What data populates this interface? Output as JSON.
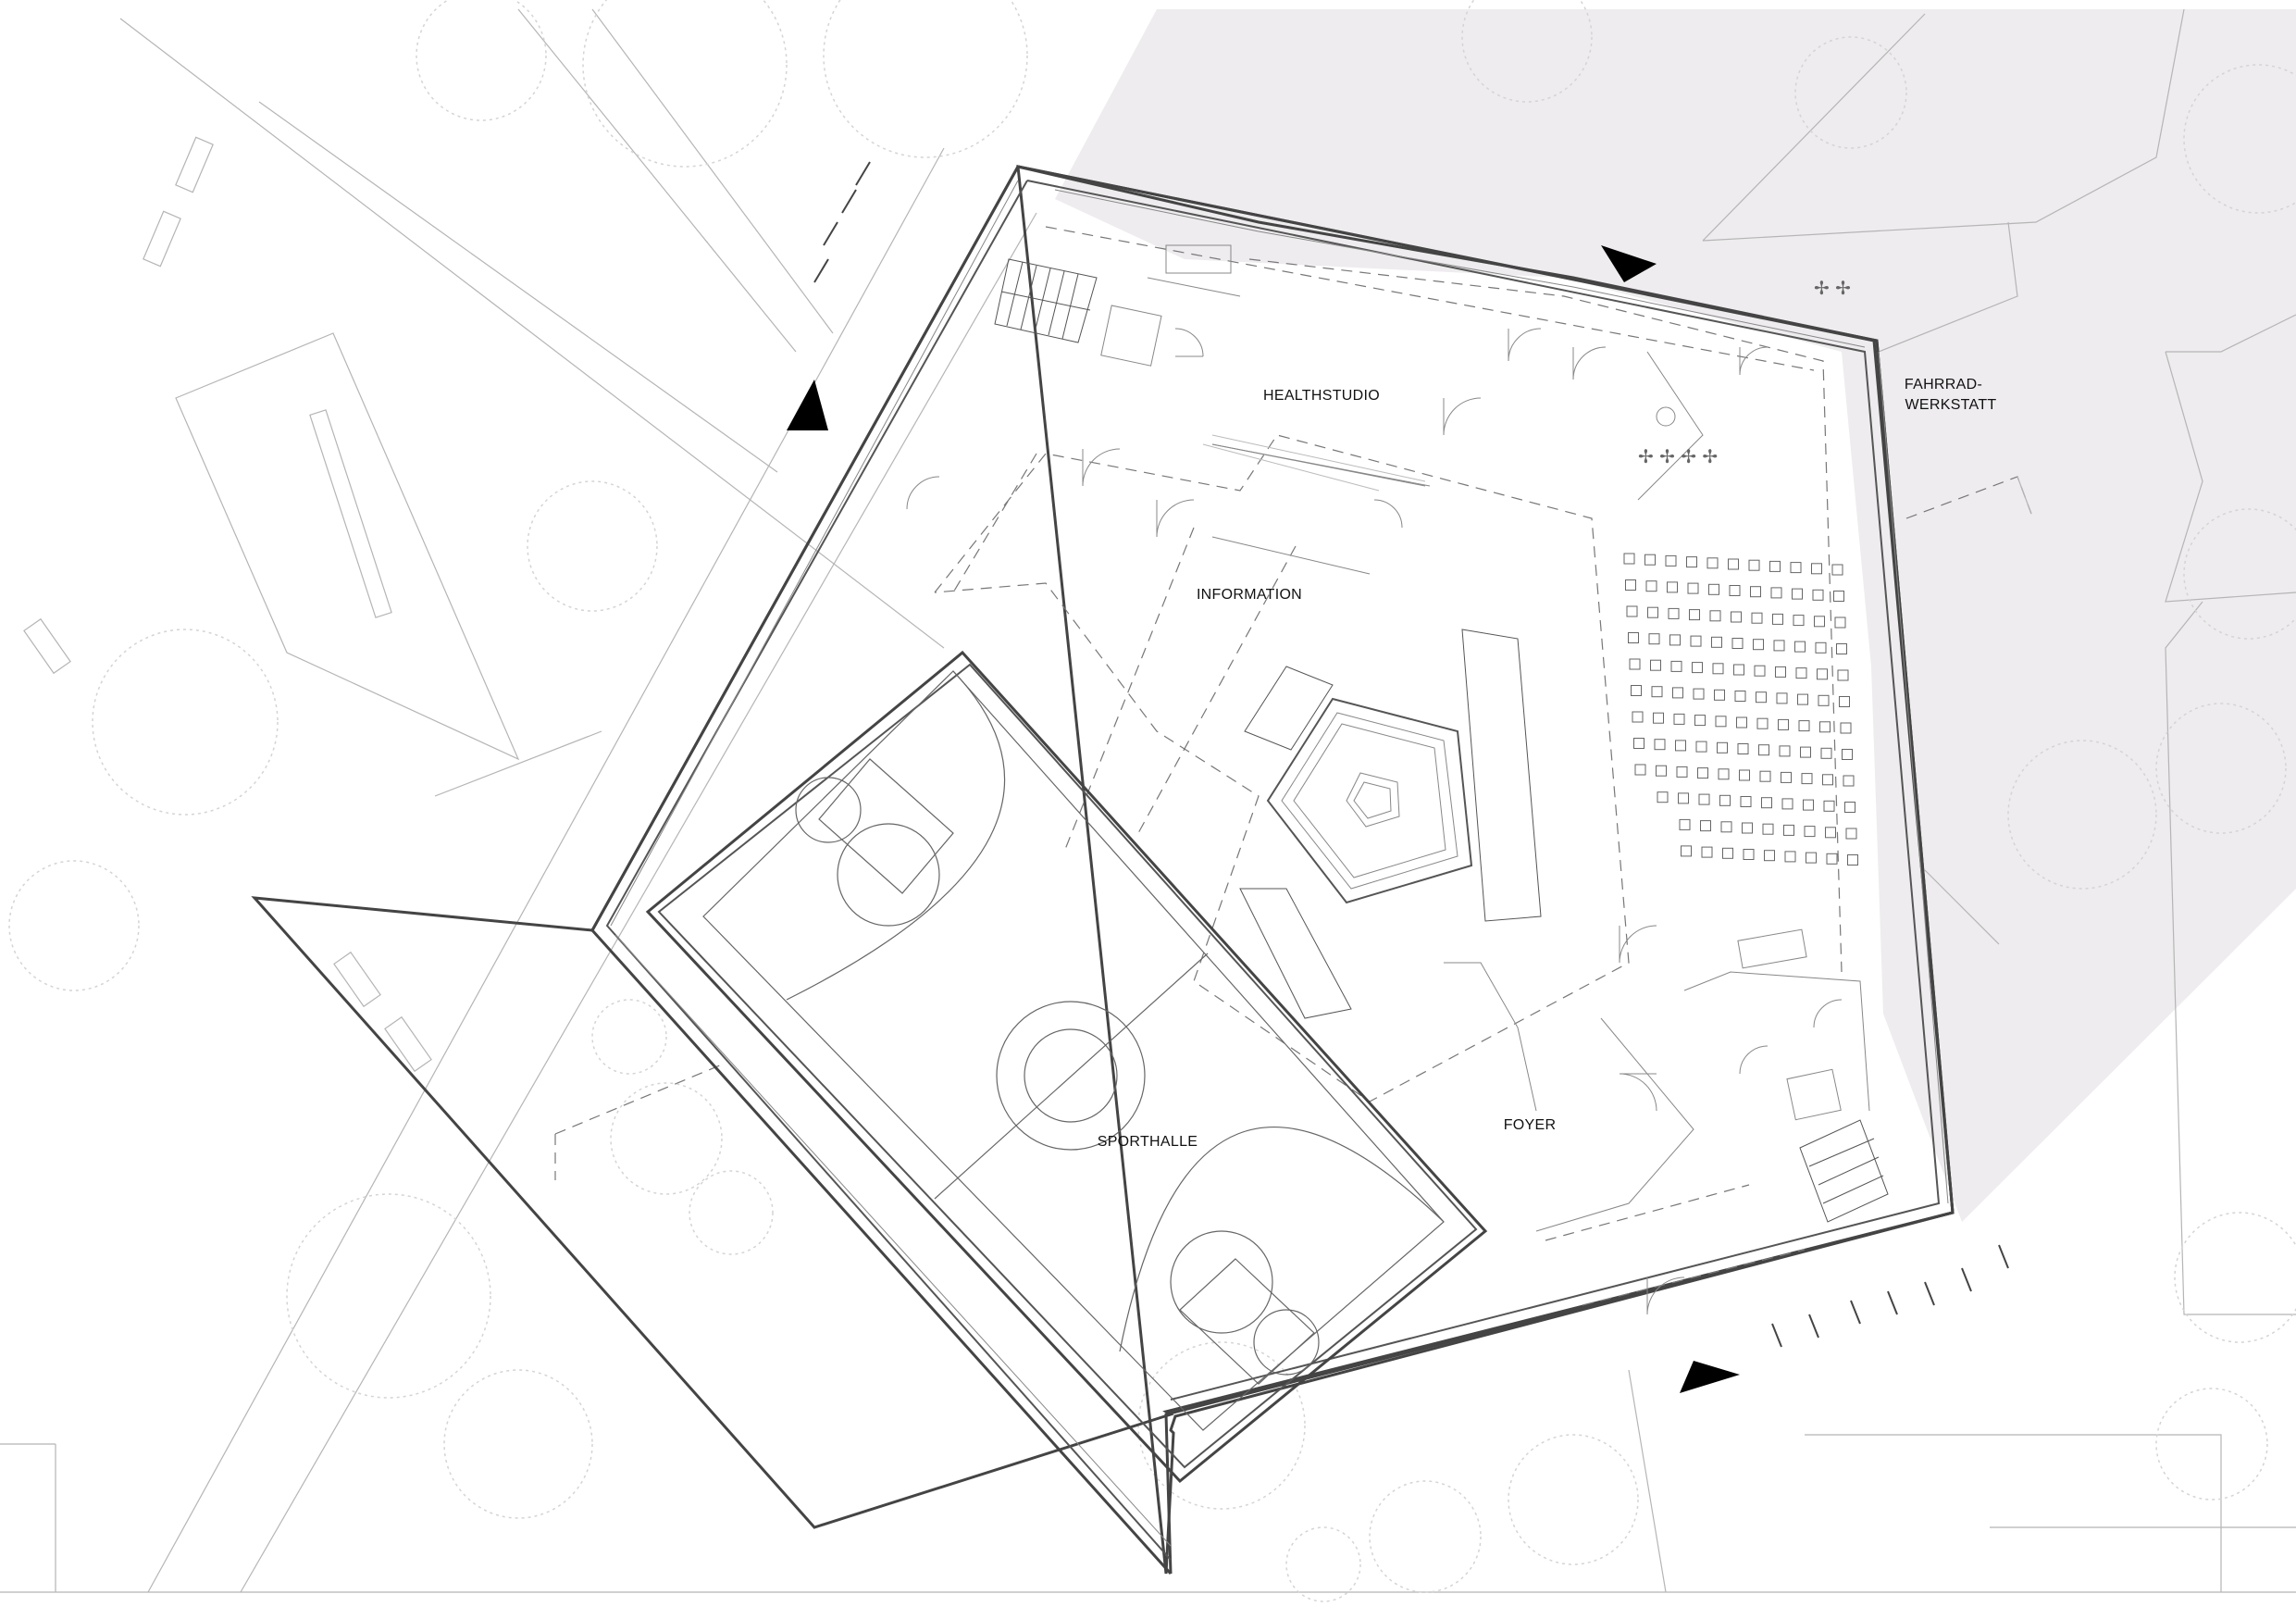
{
  "plan": {
    "labels": {
      "healthstudio": "HEALTHSTUDIO",
      "information": "INFORMATION",
      "sporthalle": "SPORTHALLE",
      "foyer": "FOYER",
      "fahrrad_line1": "FAHRRAD-",
      "fahrrad_line2": "WERKSTATT"
    },
    "colors": {
      "background": "#ffffff",
      "ground_shade": "#eeecee",
      "walls": "#555555",
      "context_lines": "#b5b5b5",
      "trees": "#d4d4d4",
      "entrance_arrows": "#000000"
    },
    "icons": {
      "entrance": "triangle-arrow",
      "bike": "bicycle"
    }
  }
}
